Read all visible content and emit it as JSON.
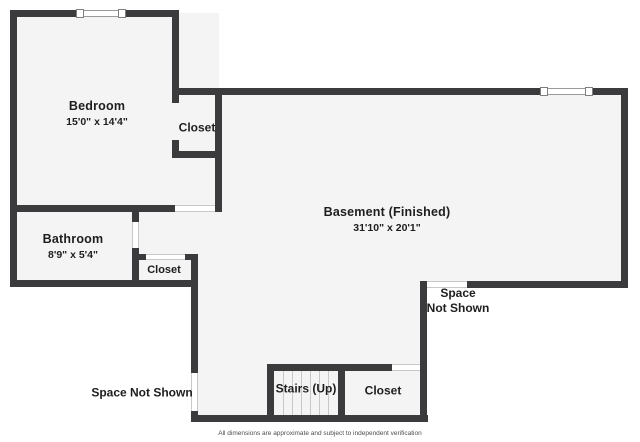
{
  "rooms": {
    "bedroom": {
      "name": "Bedroom",
      "dims": "15'0\" x 14'4\""
    },
    "closet_top": {
      "name": "Closet"
    },
    "bathroom": {
      "name": "Bathroom",
      "dims": "8'9\" x 5'4\""
    },
    "closet_mid": {
      "name": "Closet"
    },
    "basement": {
      "name": "Basement (Finished)",
      "dims": "31'10\" x 20'1\""
    },
    "stairs": {
      "name": "Stairs (Up)"
    },
    "closet_bottom": {
      "name": "Closet"
    },
    "space_right": {
      "line1": "Space",
      "line2": "Not Shown"
    },
    "space_bottom_left": {
      "name": "Space Not Shown"
    }
  },
  "footer": {
    "disclaimer": "All dimensions are approximate and subject to independent verification"
  },
  "colors": {
    "wall": "#3b3b3d",
    "room_fill": "#f4f4f4",
    "text": "#1e1e1e",
    "line": "#c8c8c8",
    "disclaimer_text": "#4d4d4d"
  }
}
